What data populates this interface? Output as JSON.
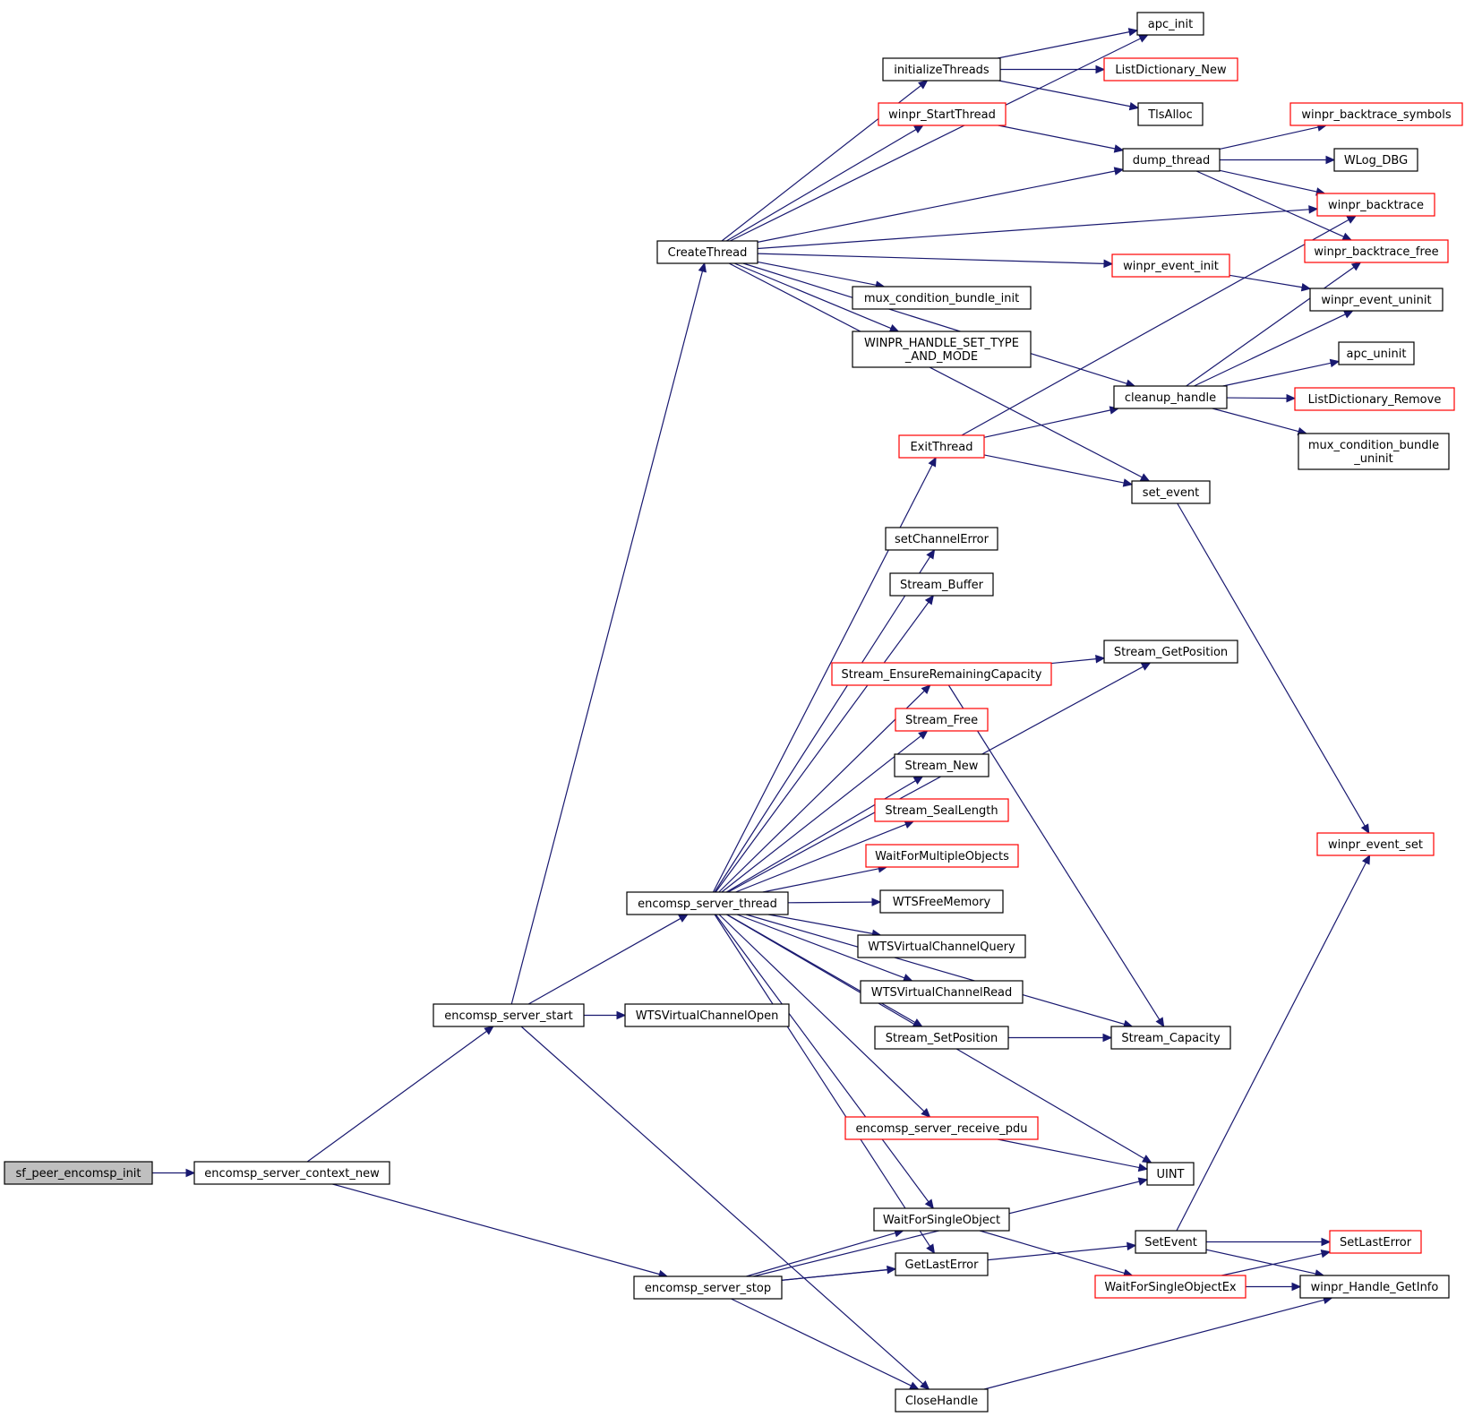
{
  "diagram": {
    "type": "call-graph",
    "colors": {
      "edge": "#191970",
      "border_default": "#000000",
      "border_incomplete": "#ff0000",
      "root_fill": "#bfbfbf"
    },
    "nodes": [
      {
        "id": "sf_peer_encomsp_init",
        "label": "sf_peer_encomsp_init",
        "border": "black",
        "root": true
      },
      {
        "id": "encomsp_server_context_new",
        "label": "encomsp_server_context_new",
        "border": "black"
      },
      {
        "id": "encomsp_server_start",
        "label": "encomsp_server_start",
        "border": "black"
      },
      {
        "id": "encomsp_server_stop",
        "label": "encomsp_server_stop",
        "border": "black"
      },
      {
        "id": "CreateThread",
        "label": "CreateThread",
        "border": "black"
      },
      {
        "id": "encomsp_server_thread",
        "label": "encomsp_server_thread",
        "border": "black"
      },
      {
        "id": "WTSVirtualChannelOpen",
        "label": "WTSVirtualChannelOpen",
        "border": "black"
      },
      {
        "id": "initializeThreads",
        "label": "initializeThreads",
        "border": "black"
      },
      {
        "id": "winpr_StartThread",
        "label": "winpr_StartThread",
        "border": "red"
      },
      {
        "id": "mux_condition_bundle_init",
        "label": "mux_condition_bundle_init",
        "border": "black"
      },
      {
        "id": "WINPR_HANDLE_SET_TYPE_AND_MODE",
        "label": [
          "WINPR_HANDLE_SET_TYPE",
          "_AND_MODE"
        ],
        "border": "black"
      },
      {
        "id": "ExitThread",
        "label": "ExitThread",
        "border": "red"
      },
      {
        "id": "setChannelError",
        "label": "setChannelError",
        "border": "black"
      },
      {
        "id": "Stream_Buffer",
        "label": "Stream_Buffer",
        "border": "black"
      },
      {
        "id": "Stream_EnsureRemainingCapacity",
        "label": "Stream_EnsureRemainingCapacity",
        "border": "red"
      },
      {
        "id": "Stream_Free",
        "label": "Stream_Free",
        "border": "red"
      },
      {
        "id": "Stream_New",
        "label": "Stream_New",
        "border": "black"
      },
      {
        "id": "Stream_SealLength",
        "label": "Stream_SealLength",
        "border": "red"
      },
      {
        "id": "WaitForMultipleObjects",
        "label": "WaitForMultipleObjects",
        "border": "red"
      },
      {
        "id": "WTSFreeMemory",
        "label": "WTSFreeMemory",
        "border": "black"
      },
      {
        "id": "WTSVirtualChannelQuery",
        "label": "WTSVirtualChannelQuery",
        "border": "black"
      },
      {
        "id": "WTSVirtualChannelRead",
        "label": "WTSVirtualChannelRead",
        "border": "black"
      },
      {
        "id": "Stream_SetPosition",
        "label": "Stream_SetPosition",
        "border": "black"
      },
      {
        "id": "encomsp_server_receive_pdu",
        "label": "encomsp_server_receive_pdu",
        "border": "red"
      },
      {
        "id": "WaitForSingleObject",
        "label": "WaitForSingleObject",
        "border": "black"
      },
      {
        "id": "GetLastError",
        "label": "GetLastError",
        "border": "black"
      },
      {
        "id": "CloseHandle",
        "label": "CloseHandle",
        "border": "black"
      },
      {
        "id": "apc_init",
        "label": "apc_init",
        "border": "black"
      },
      {
        "id": "ListDictionary_New",
        "label": "ListDictionary_New",
        "border": "red"
      },
      {
        "id": "TlsAlloc",
        "label": "TlsAlloc",
        "border": "black"
      },
      {
        "id": "dump_thread",
        "label": "dump_thread",
        "border": "black"
      },
      {
        "id": "winpr_event_init",
        "label": "winpr_event_init",
        "border": "red"
      },
      {
        "id": "cleanup_handle",
        "label": "cleanup_handle",
        "border": "black"
      },
      {
        "id": "set_event",
        "label": "set_event",
        "border": "black"
      },
      {
        "id": "Stream_GetPosition",
        "label": "Stream_GetPosition",
        "border": "black"
      },
      {
        "id": "Stream_Capacity",
        "label": "Stream_Capacity",
        "border": "black"
      },
      {
        "id": "UINT",
        "label": "UINT",
        "border": "black"
      },
      {
        "id": "SetEvent",
        "label": "SetEvent",
        "border": "black"
      },
      {
        "id": "WaitForSingleObjectEx",
        "label": "WaitForSingleObjectEx",
        "border": "red"
      },
      {
        "id": "winpr_backtrace_symbols",
        "label": "winpr_backtrace_symbols",
        "border": "red"
      },
      {
        "id": "WLog_DBG",
        "label": "WLog_DBG",
        "border": "black"
      },
      {
        "id": "winpr_backtrace",
        "label": "winpr_backtrace",
        "border": "red"
      },
      {
        "id": "winpr_backtrace_free",
        "label": "winpr_backtrace_free",
        "border": "red"
      },
      {
        "id": "winpr_event_uninit",
        "label": "winpr_event_uninit",
        "border": "black"
      },
      {
        "id": "apc_uninit",
        "label": "apc_uninit",
        "border": "black"
      },
      {
        "id": "ListDictionary_Remove",
        "label": "ListDictionary_Remove",
        "border": "red"
      },
      {
        "id": "mux_condition_bundle_uninit",
        "label": [
          "mux_condition_bundle",
          "_uninit"
        ],
        "border": "black"
      },
      {
        "id": "winpr_event_set",
        "label": "winpr_event_set",
        "border": "red"
      },
      {
        "id": "SetLastError",
        "label": "SetLastError",
        "border": "red"
      },
      {
        "id": "winpr_Handle_GetInfo",
        "label": "winpr_Handle_GetInfo",
        "border": "black"
      }
    ],
    "edges": [
      [
        "sf_peer_encomsp_init",
        "encomsp_server_context_new"
      ],
      [
        "encomsp_server_context_new",
        "encomsp_server_start"
      ],
      [
        "encomsp_server_context_new",
        "encomsp_server_stop"
      ],
      [
        "encomsp_server_start",
        "CreateThread"
      ],
      [
        "encomsp_server_start",
        "encomsp_server_thread"
      ],
      [
        "encomsp_server_start",
        "WTSVirtualChannelOpen"
      ],
      [
        "encomsp_server_start",
        "CloseHandle"
      ],
      [
        "CreateThread",
        "apc_init"
      ],
      [
        "CreateThread",
        "initializeThreads"
      ],
      [
        "CreateThread",
        "winpr_StartThread"
      ],
      [
        "CreateThread",
        "dump_thread"
      ],
      [
        "CreateThread",
        "winpr_backtrace"
      ],
      [
        "CreateThread",
        "winpr_event_init"
      ],
      [
        "CreateThread",
        "mux_condition_bundle_init"
      ],
      [
        "CreateThread",
        "WINPR_HANDLE_SET_TYPE_AND_MODE"
      ],
      [
        "CreateThread",
        "cleanup_handle"
      ],
      [
        "CreateThread",
        "set_event"
      ],
      [
        "initializeThreads",
        "apc_init"
      ],
      [
        "initializeThreads",
        "ListDictionary_New"
      ],
      [
        "initializeThreads",
        "TlsAlloc"
      ],
      [
        "winpr_StartThread",
        "dump_thread"
      ],
      [
        "dump_thread",
        "winpr_backtrace_symbols"
      ],
      [
        "dump_thread",
        "WLog_DBG"
      ],
      [
        "dump_thread",
        "winpr_backtrace"
      ],
      [
        "dump_thread",
        "winpr_backtrace_free"
      ],
      [
        "winpr_event_init",
        "winpr_event_uninit"
      ],
      [
        "cleanup_handle",
        "winpr_backtrace_free"
      ],
      [
        "cleanup_handle",
        "winpr_event_uninit"
      ],
      [
        "cleanup_handle",
        "apc_uninit"
      ],
      [
        "cleanup_handle",
        "ListDictionary_Remove"
      ],
      [
        "cleanup_handle",
        "mux_condition_bundle_uninit"
      ],
      [
        "ExitThread",
        "winpr_backtrace"
      ],
      [
        "ExitThread",
        "cleanup_handle"
      ],
      [
        "ExitThread",
        "set_event"
      ],
      [
        "set_event",
        "winpr_event_set"
      ],
      [
        "encomsp_server_thread",
        "ExitThread"
      ],
      [
        "encomsp_server_thread",
        "setChannelError"
      ],
      [
        "encomsp_server_thread",
        "Stream_Buffer"
      ],
      [
        "encomsp_server_thread",
        "Stream_GetPosition"
      ],
      [
        "encomsp_server_thread",
        "Stream_EnsureRemainingCapacity"
      ],
      [
        "encomsp_server_thread",
        "Stream_Free"
      ],
      [
        "encomsp_server_thread",
        "Stream_New"
      ],
      [
        "encomsp_server_thread",
        "Stream_SealLength"
      ],
      [
        "encomsp_server_thread",
        "WaitForMultipleObjects"
      ],
      [
        "encomsp_server_thread",
        "WTSFreeMemory"
      ],
      [
        "encomsp_server_thread",
        "WTSVirtualChannelQuery"
      ],
      [
        "encomsp_server_thread",
        "WTSVirtualChannelRead"
      ],
      [
        "encomsp_server_thread",
        "Stream_SetPosition"
      ],
      [
        "encomsp_server_thread",
        "Stream_Capacity"
      ],
      [
        "encomsp_server_thread",
        "encomsp_server_receive_pdu"
      ],
      [
        "encomsp_server_thread",
        "UINT"
      ],
      [
        "encomsp_server_thread",
        "WaitForSingleObject"
      ],
      [
        "encomsp_server_thread",
        "GetLastError"
      ],
      [
        "Stream_EnsureRemainingCapacity",
        "Stream_GetPosition"
      ],
      [
        "Stream_EnsureRemainingCapacity",
        "Stream_Capacity"
      ],
      [
        "Stream_SetPosition",
        "Stream_Capacity"
      ],
      [
        "encomsp_server_receive_pdu",
        "UINT"
      ],
      [
        "WaitForSingleObject",
        "WaitForSingleObjectEx"
      ],
      [
        "WaitForSingleObjectEx",
        "SetLastError"
      ],
      [
        "WaitForSingleObjectEx",
        "winpr_Handle_GetInfo"
      ],
      [
        "encomsp_server_stop",
        "WaitForSingleObject"
      ],
      [
        "encomsp_server_stop",
        "GetLastError"
      ],
      [
        "encomsp_server_stop",
        "UINT"
      ],
      [
        "encomsp_server_stop",
        "SetEvent"
      ],
      [
        "encomsp_server_stop",
        "CloseHandle"
      ],
      [
        "SetEvent",
        "winpr_event_set"
      ],
      [
        "SetEvent",
        "SetLastError"
      ],
      [
        "SetEvent",
        "winpr_Handle_GetInfo"
      ],
      [
        "CloseHandle",
        "winpr_Handle_GetInfo"
      ]
    ]
  }
}
